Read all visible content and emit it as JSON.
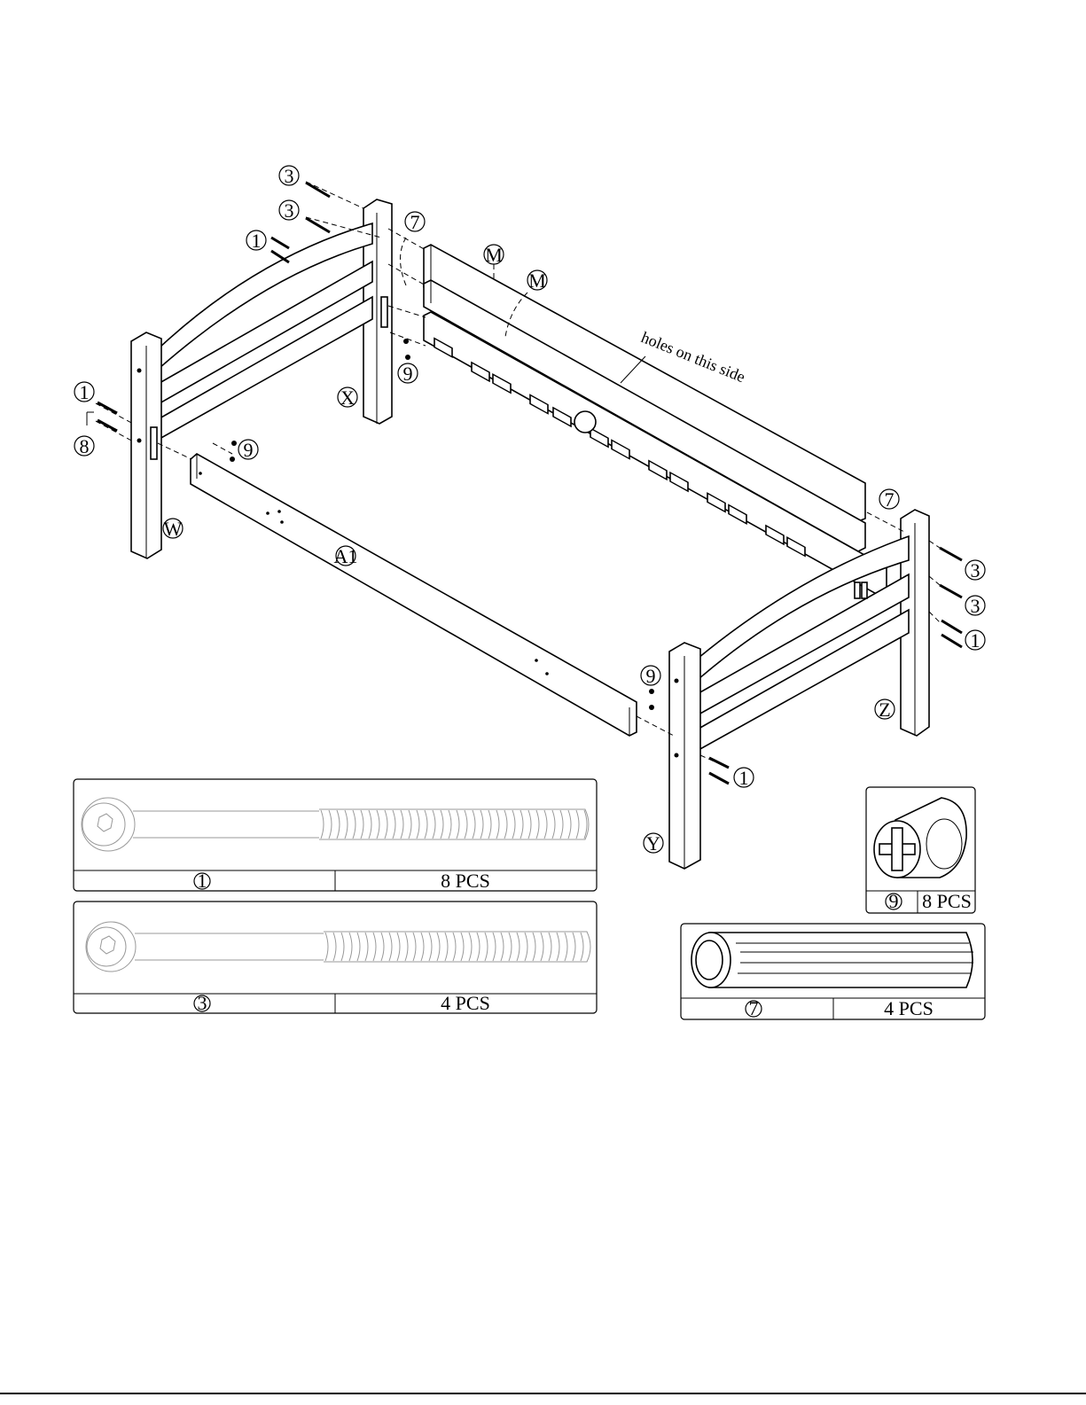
{
  "labels": {
    "post_x": "X",
    "post_w": "W",
    "post_y": "Y",
    "post_z": "Z",
    "rail_a1": "A1",
    "rail_m_top": "M",
    "rail_m_mid": "M"
  },
  "callouts": {
    "part_1": "1",
    "part_3": "3",
    "part_7": "7",
    "part_8": "8",
    "part_9": "9"
  },
  "note": "holes on this side",
  "parts_table": [
    {
      "id": "1",
      "qty": "8 PCS"
    },
    {
      "id": "3",
      "qty": "4 PCS"
    },
    {
      "id": "9",
      "qty": "8 PCS"
    },
    {
      "id": "7",
      "qty": "4 PCS"
    }
  ]
}
